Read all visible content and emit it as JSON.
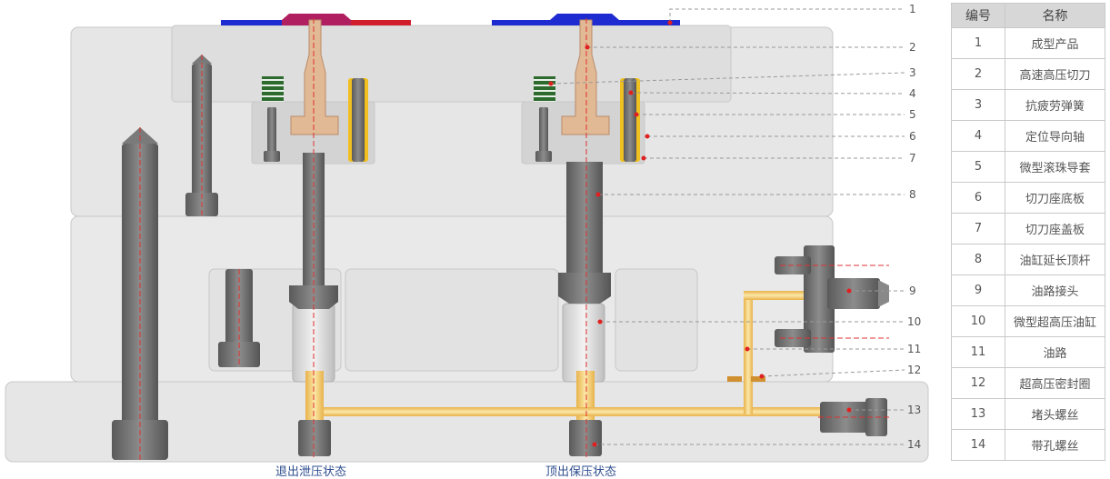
{
  "table": {
    "header_no": "编号",
    "header_name": "名称",
    "rows": [
      {
        "no": "1",
        "name": "成型产品"
      },
      {
        "no": "2",
        "name": "高速高压切刀"
      },
      {
        "no": "3",
        "name": "抗疲劳弹簧"
      },
      {
        "no": "4",
        "name": "定位导向轴"
      },
      {
        "no": "5",
        "name": "微型滚珠导套"
      },
      {
        "no": "6",
        "name": "切刀座底板"
      },
      {
        "no": "7",
        "name": "切刀座盖板"
      },
      {
        "no": "8",
        "name": "油缸延长顶杆"
      },
      {
        "no": "9",
        "name": "油路接头"
      },
      {
        "no": "10",
        "name": "微型超高压油缸"
      },
      {
        "no": "11",
        "name": "油路"
      },
      {
        "no": "12",
        "name": "超高压密封圈"
      },
      {
        "no": "13",
        "name": "堵头螺丝"
      },
      {
        "no": "14",
        "name": "带孔螺丝"
      }
    ]
  },
  "captions": {
    "left": "退出泄压状态",
    "right": "顶出保压状态"
  },
  "callouts": [
    "1",
    "2",
    "3",
    "4",
    "5",
    "6",
    "7",
    "8",
    "9",
    "10",
    "11",
    "12",
    "13",
    "14"
  ],
  "colors": {
    "plate": "#e4e4e4",
    "steel": "#6e6e6e",
    "cutter": "#e2b995",
    "oil": "#f0c020",
    "centerline": "#e03030",
    "product_left_a": "#1e2bd0",
    "product_left_b": "#d01e2a",
    "product_right": "#1e2bd0"
  }
}
